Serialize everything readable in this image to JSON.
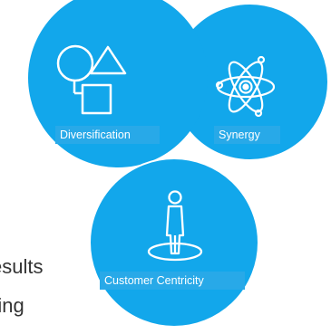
{
  "diagram": {
    "circles": [
      {
        "label": "Diversification",
        "icon": "shapes-icon"
      },
      {
        "label": "Synergy",
        "icon": "atom-icon"
      },
      {
        "label": "Customer Centricity",
        "icon": "person-icon"
      }
    ],
    "background_text": [
      "esults",
      "ring"
    ]
  },
  "colors": {
    "circle_fill": "#12a7eb",
    "label_fill": "#28a9e8",
    "text": "#ffffff"
  }
}
